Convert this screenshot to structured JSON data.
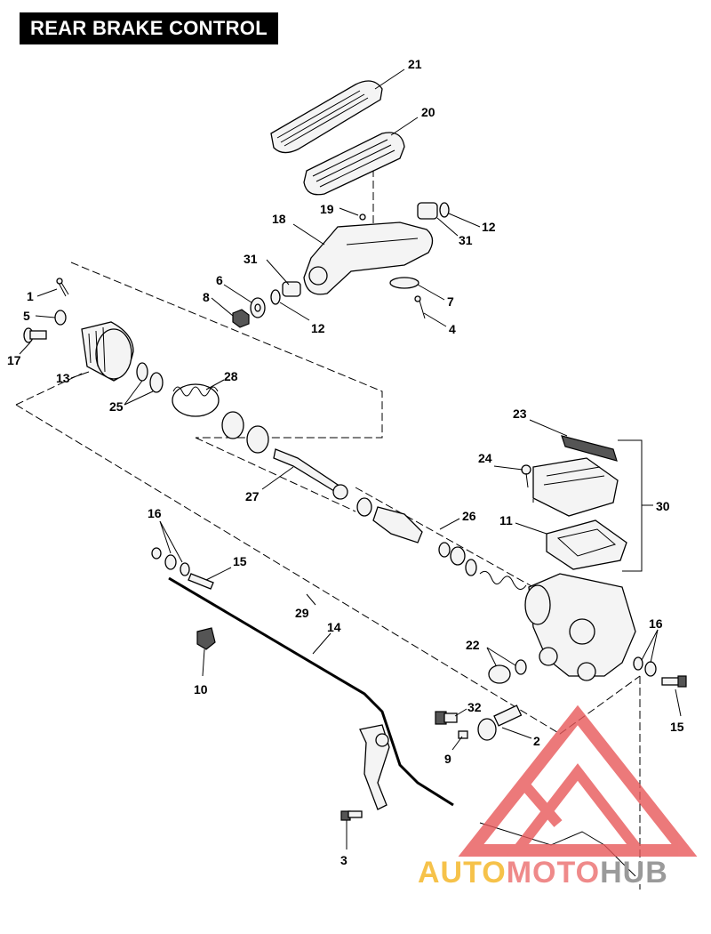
{
  "title": "REAR BRAKE CONTROL",
  "callouts": {
    "c1": "1",
    "c2": "2",
    "c3": "3",
    "c4": "4",
    "c5": "5",
    "c6": "6",
    "c7": "7",
    "c8": "8",
    "c9": "9",
    "c10": "10",
    "c11": "11",
    "c12a": "12",
    "c12b": "12",
    "c13": "13",
    "c14": "14",
    "c15a": "15",
    "c15b": "15",
    "c16a": "16",
    "c16b": "16",
    "c17": "17",
    "c18": "18",
    "c19": "19",
    "c20": "20",
    "c21": "21",
    "c22": "22",
    "c23": "23",
    "c24": "24",
    "c25": "25",
    "c26": "26",
    "c27": "27",
    "c28": "28",
    "c29": "29",
    "c30": "30",
    "c31a": "31",
    "c31b": "31",
    "c32": "32"
  },
  "watermark": {
    "part1": "AUTO",
    "part2": "MOTO",
    "part3": "HUB"
  },
  "colors": {
    "wm_red": "#e8585a",
    "wm_yellow": "#f6c24a",
    "wm_gray": "#9a9a9a"
  }
}
